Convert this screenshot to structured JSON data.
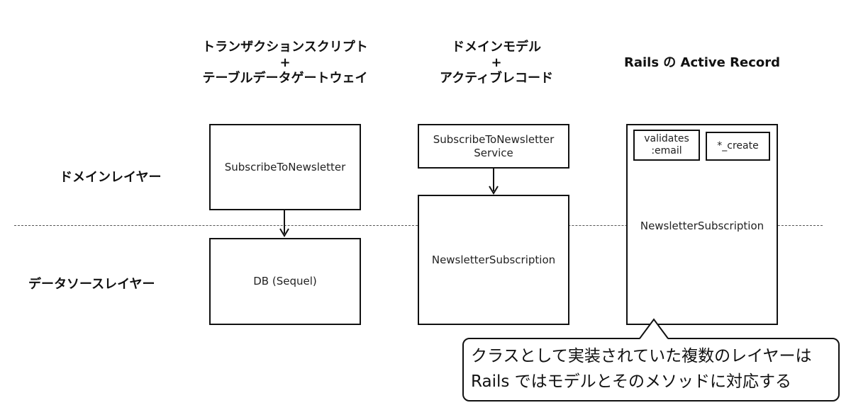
{
  "columns": [
    {
      "header_lines": [
        "トランザクションスクリプト",
        "+",
        "テーブルデータゲートウェイ"
      ],
      "domain_box": "SubscribeToNewsletter",
      "datasource_box": "DB (Sequel)"
    },
    {
      "header_lines": [
        "ドメインモデル",
        "+",
        "アクティブレコード"
      ],
      "domain_box_lines": [
        "SubscribeToNewsletter",
        "Service"
      ],
      "model_box": "NewsletterSubscription"
    },
    {
      "header_lines": [
        "Rails の Active Record"
      ],
      "inner_box_1_lines": [
        "validates",
        ":email"
      ],
      "inner_box_2": "*_create",
      "model_box": "NewsletterSubscription"
    }
  ],
  "layers": {
    "domain": "ドメインレイヤー",
    "datasource": "データソースレイヤー"
  },
  "callout": {
    "lines": [
      "クラスとして実装されていた複数のレイヤーは",
      "Rails ではモデルとそのメソッドに対応する"
    ]
  }
}
